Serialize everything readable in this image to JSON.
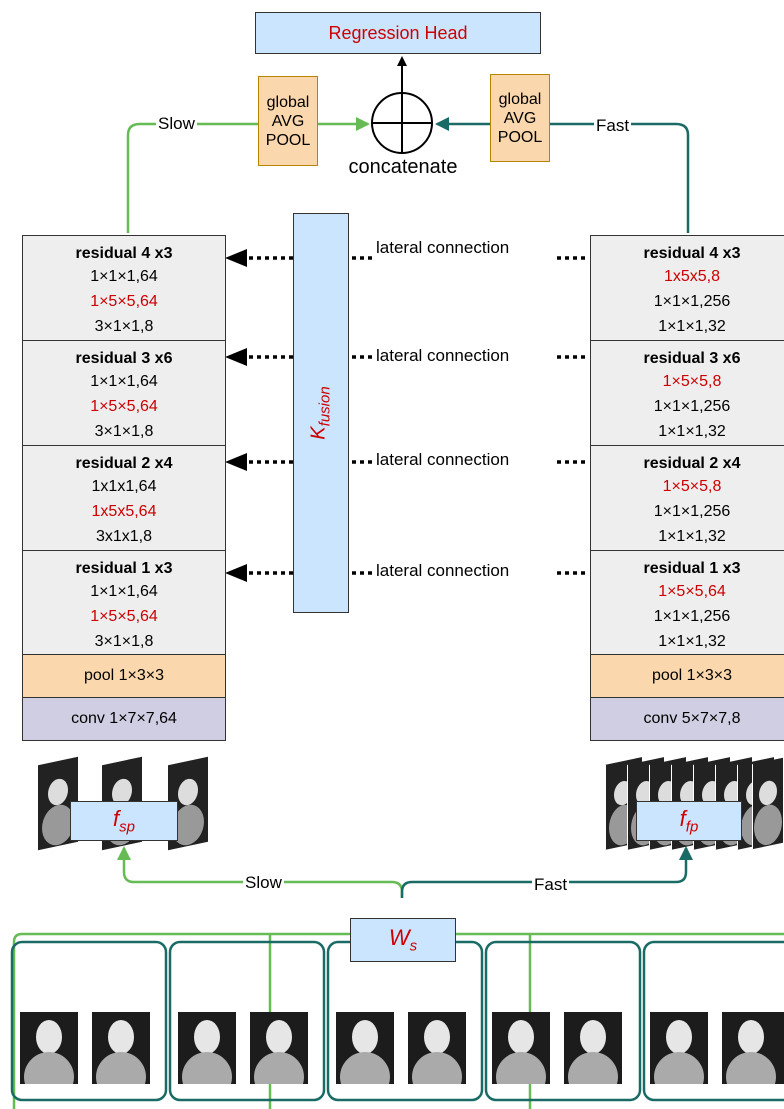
{
  "head": {
    "label": "Regression Head"
  },
  "concat": {
    "label": "concatenate"
  },
  "gap": {
    "left": [
      "global",
      "AVG",
      "POOL"
    ],
    "right": [
      "global",
      "AVG",
      "POOL"
    ]
  },
  "paths": {
    "slow_top": "Slow",
    "fast_top": "Fast",
    "slow_bottom": "Slow",
    "fast_bottom": "Fast"
  },
  "lateral": [
    "lateral connection",
    "lateral connection",
    "lateral connection",
    "lateral connection"
  ],
  "kfusion": {
    "symbol": "K",
    "sub": "fusion"
  },
  "slow_pathway": {
    "blocks": [
      {
        "title": "residual 4 x3",
        "lines": [
          {
            "t": "1×1×1,64",
            "red": false
          },
          {
            "t": "1×5×5,64",
            "red": true
          },
          {
            "t": "3×1×1,8",
            "red": false
          }
        ]
      },
      {
        "title": "residual 3 x6",
        "lines": [
          {
            "t": "1×1×1,64",
            "red": false
          },
          {
            "t": "1×5×5,64",
            "red": true
          },
          {
            "t": "3×1×1,8",
            "red": false
          }
        ]
      },
      {
        "title": "residual 2 x4",
        "lines": [
          {
            "t": "1x1x1,64",
            "red": false
          },
          {
            "t": "1x5x5,64",
            "red": true
          },
          {
            "t": "3x1x1,8",
            "red": false
          }
        ]
      },
      {
        "title": "residual 1 x3",
        "lines": [
          {
            "t": "1×1×1,64",
            "red": false
          },
          {
            "t": "1×5×5,64",
            "red": true
          },
          {
            "t": "3×1×1,8",
            "red": false
          }
        ]
      }
    ],
    "pool": "pool 1×3×3",
    "conv": "conv 1×7×7,64"
  },
  "fast_pathway": {
    "blocks": [
      {
        "title": "residual 4 x3",
        "lines": [
          {
            "t": "1x5x5,8",
            "red": true
          },
          {
            "t": "1×1×1,256",
            "red": false
          },
          {
            "t": "1×1×1,32",
            "red": false
          }
        ]
      },
      {
        "title": "residual 3 x6",
        "lines": [
          {
            "t": "1×5×5,8",
            "red": true
          },
          {
            "t": "1×1×1,256",
            "red": false
          },
          {
            "t": "1×1×1,32",
            "red": false
          }
        ]
      },
      {
        "title": "residual 2 x4",
        "lines": [
          {
            "t": "1×5×5,8",
            "red": true
          },
          {
            "t": "1×1×1,256",
            "red": false
          },
          {
            "t": "1×1×1,32",
            "red": false
          }
        ]
      },
      {
        "title": "residual 1 x3",
        "lines": [
          {
            "t": "1×5×5,64",
            "red": true
          },
          {
            "t": "1×1×1,256",
            "red": false
          },
          {
            "t": "1×1×1,32",
            "red": false
          }
        ]
      }
    ],
    "pool": "pool 1×3×3",
    "conv": "conv 5×7×7,8"
  },
  "samplers": {
    "slow": {
      "symbol": "f",
      "sub": "sp"
    },
    "fast": {
      "symbol": "f",
      "sub": "fp"
    }
  },
  "window": {
    "symbol": "W",
    "sub": "s"
  },
  "colors": {
    "slow": "#66bb55",
    "fast": "#1a6b66",
    "red": "#cc0000",
    "blue_box": "#cce5ff",
    "orange_box": "#fad7ac",
    "conv_box": "#d0cee2",
    "block_bg": "#eeeeee"
  }
}
